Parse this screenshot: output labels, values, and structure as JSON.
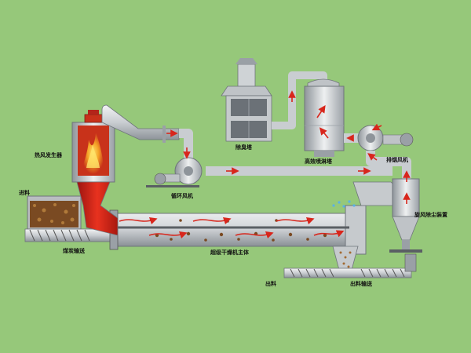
{
  "labels": {
    "hot_air_generator": "热风发生器",
    "feed": "进料",
    "coal_conveyor": "煤炭输送",
    "deodor_tower": "除臭塔",
    "spray_tower": "高效喷淋塔",
    "circulation_fan": "循环风机",
    "exhaust_fan": "排烟风机",
    "cyclone": "旋风除尘装置",
    "dryer_body": "超级干燥机主体",
    "discharge": "出料",
    "discharge_conveyor": "出料输送"
  },
  "colors": {
    "background": "#96c87a",
    "pipe": "#d6d9dc",
    "pipe_shade": "#9aa0a6",
    "flame": "#d8261c",
    "arrow": "#d8261c",
    "coal": "#7a4a22"
  }
}
